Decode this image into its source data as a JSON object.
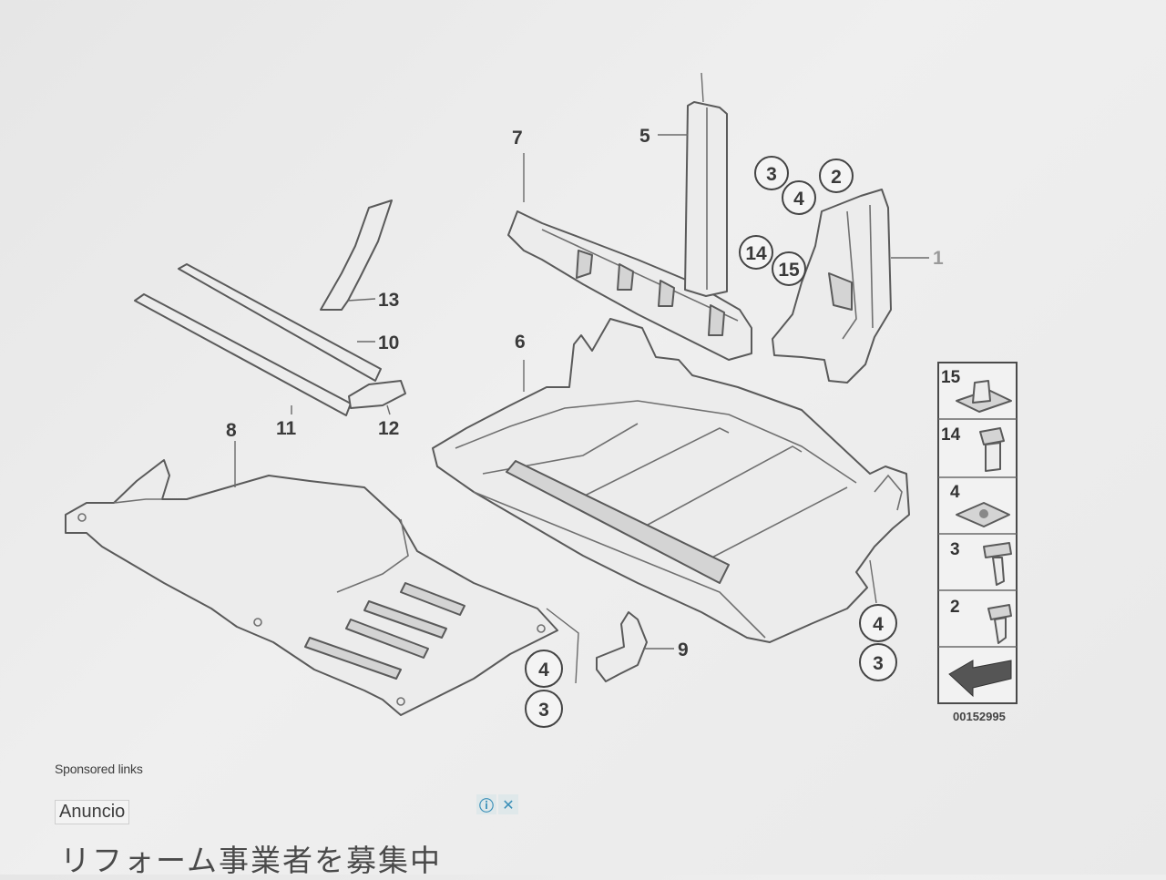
{
  "diagram": {
    "callouts": {
      "c1": "1",
      "c2": "2",
      "c3": "3",
      "c4": "4",
      "c5": "5",
      "c6": "6",
      "c7": "7",
      "c8": "8",
      "c9": "9",
      "c10": "10",
      "c11": "11",
      "c12": "12",
      "c13": "13",
      "c14": "14",
      "c15": "15"
    },
    "legend": [
      "15",
      "14",
      "4",
      "3",
      "2"
    ],
    "code": "00152995"
  },
  "ad": {
    "sponsored_label": "Sponsored links",
    "label": "Anuncio",
    "info_icon": "info-icon",
    "close_icon": "close-icon",
    "headline": "リフォーム事業者を募集中"
  }
}
